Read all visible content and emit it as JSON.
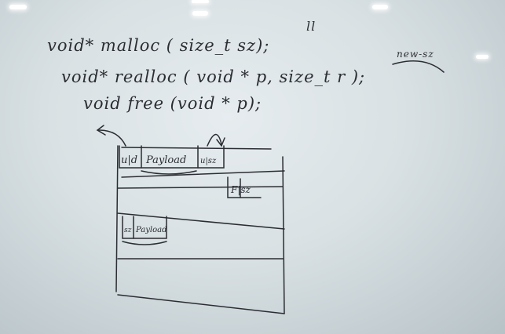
{
  "whiteboard": {
    "superscript_1": "ll",
    "superscript_2": "new-sz",
    "lines": [
      "void* malloc ( size_t sz);",
      "void* realloc ( void * p, size_t r );",
      "void free (void * p);"
    ],
    "diagram": {
      "block_1_header": "u|d",
      "block_1_payload": "Payload",
      "block_1_footer": "u|sz",
      "free_tag": "F|sz",
      "block_2_header": "sz",
      "block_2_payload": "Payload"
    }
  },
  "colors": {
    "ink": "#2a2d33",
    "board": "#dde4e7"
  }
}
